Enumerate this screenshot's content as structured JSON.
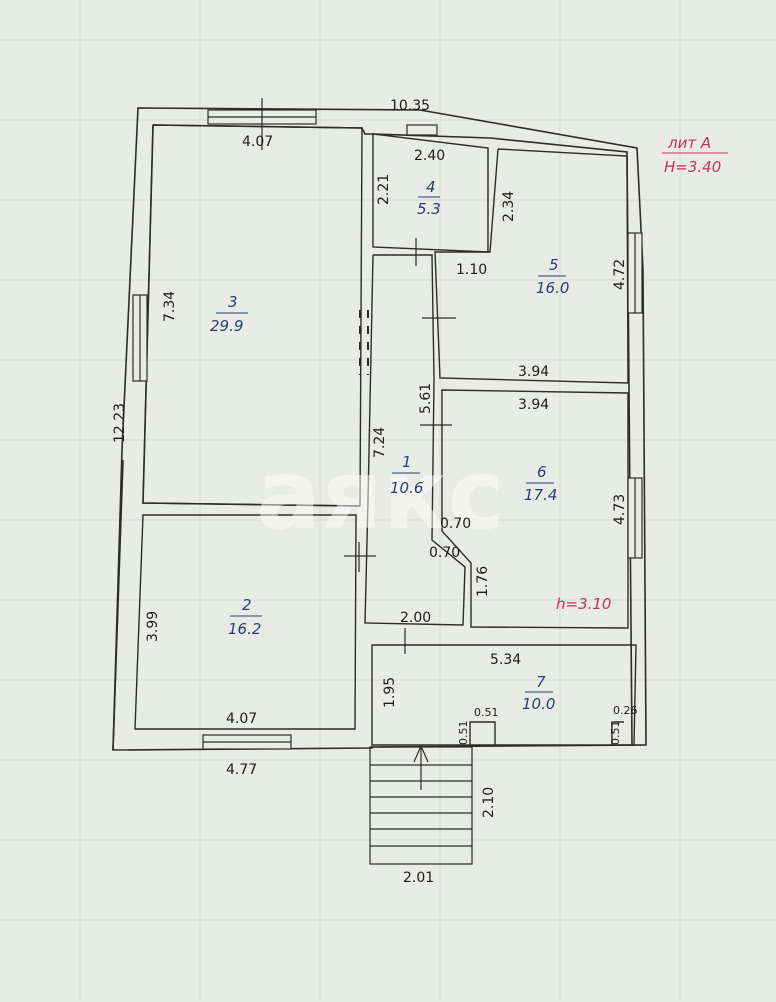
{
  "watermark": "аякс",
  "litera": {
    "title": "лит А",
    "height": "H=3.40"
  },
  "dimensions": {
    "overall_width": "10.35",
    "overall_height": "12.23",
    "room3_top": "4.07",
    "room3_height": "7.34",
    "room4_width": "2.40",
    "room4_height": "2.21",
    "room5_left": "2.34",
    "room5_right": "4.72",
    "room5_bottom_left": "1.10",
    "room5_bottom": "3.94",
    "corridor_height": "5.61",
    "corridor_left": "7.24",
    "room6_top": "3.94",
    "room6_right": "4.73",
    "notch_a": "0.70",
    "notch_b": "0.70",
    "room6_bottom_left": "1.76",
    "corridor_bottom": "2.00",
    "room2_height": "3.99",
    "room2_bottom": "4.07",
    "outer_bottom": "4.77",
    "room7_top": "5.34",
    "room7_height": "1.95",
    "room7_step_left_h": "0.51",
    "room7_step_left_w": "0.51",
    "room7_step_right_h": "0.51",
    "room7_step_right_w": "0.26",
    "stairs_length": "2.10",
    "stairs_width": "2.01"
  },
  "rooms": [
    {
      "number": "1",
      "area": "10.6"
    },
    {
      "number": "2",
      "area": "16.2"
    },
    {
      "number": "3",
      "area": "29.9"
    },
    {
      "number": "4",
      "area": "5.3"
    },
    {
      "number": "5",
      "area": "16.0"
    },
    {
      "number": "6",
      "area": "17.4"
    },
    {
      "number": "7",
      "area": "10.0"
    }
  ],
  "room6_height_note": "h=3.10"
}
